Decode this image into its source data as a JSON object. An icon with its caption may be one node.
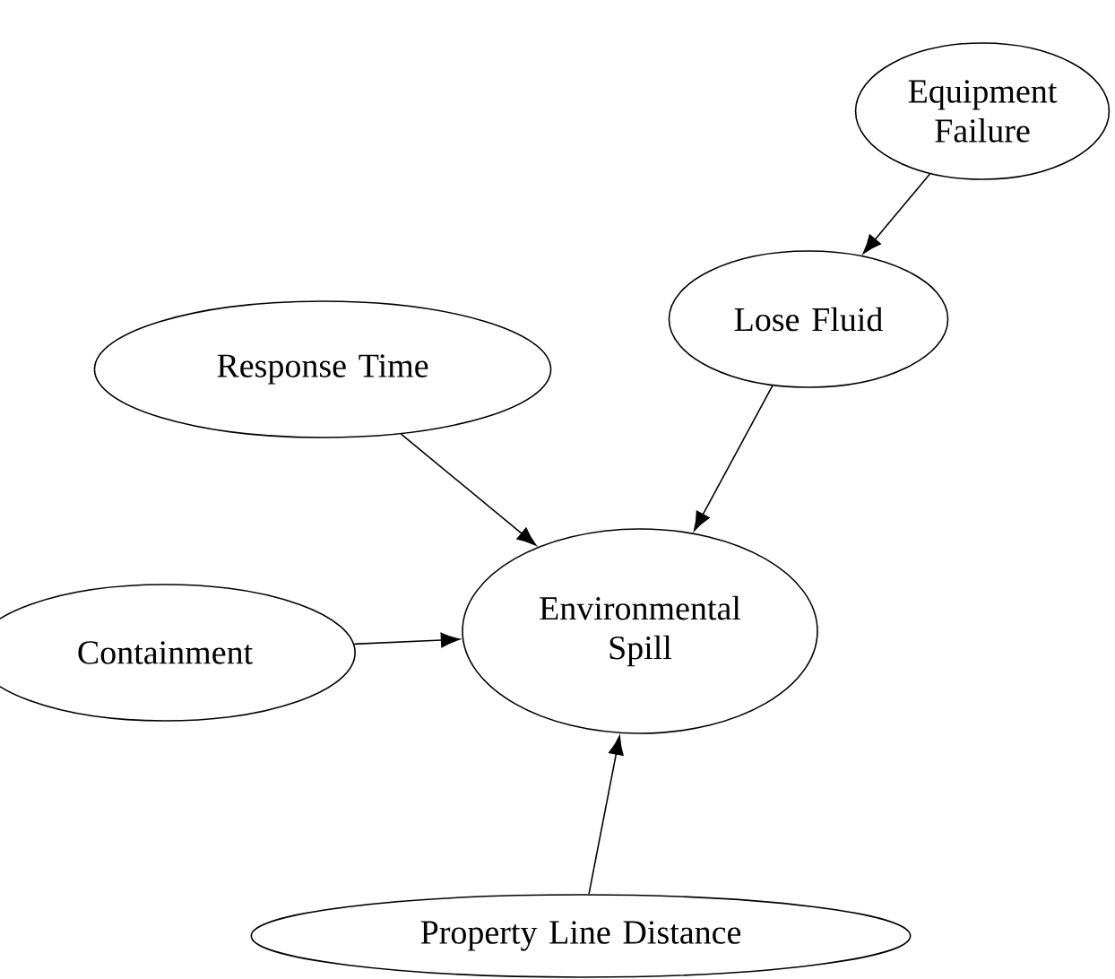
{
  "diagram": {
    "nodes": [
      {
        "text": [
          "Equipment Failure"
        ]
      },
      {
        "text": [
          "Lose Fluid"
        ]
      },
      {
        "text": [
          "Response Time"
        ]
      },
      {
        "text": [
          "Containment"
        ]
      },
      {
        "text": [
          "Environmental Spill"
        ]
      },
      {
        "text": [
          "Property Line Distance"
        ]
      }
    ],
    "edges": [
      {
        "from": 0,
        "to": 1,
        "arrow": "to"
      },
      {
        "from": 1,
        "to": 4,
        "arrow": "to"
      },
      {
        "from": 2,
        "to": 4,
        "arrow": "to"
      },
      {
        "from": 3,
        "to": 4,
        "arrow": "to"
      },
      {
        "from": 5,
        "to": 4,
        "arrow": "to"
      }
    ]
  }
}
